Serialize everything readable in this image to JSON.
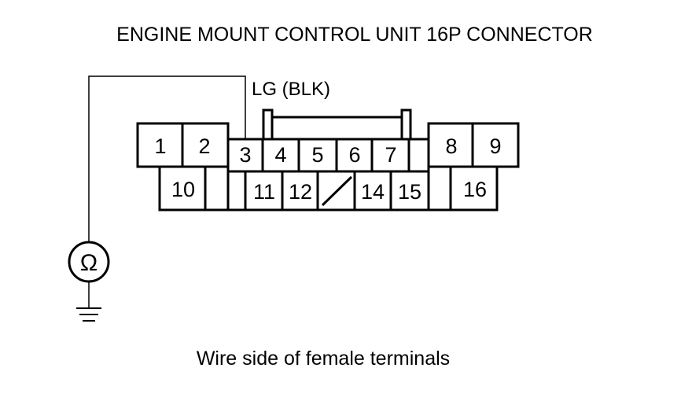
{
  "title": "ENGINE MOUNT CONTROL UNIT 16P CONNECTOR",
  "wire_label": "LG (BLK)",
  "caption": "Wire side of female terminals",
  "meter_symbol": "Ω",
  "pins": {
    "p1": "1",
    "p2": "2",
    "p3": "3",
    "p4": "4",
    "p5": "5",
    "p6": "6",
    "p7": "7",
    "p8": "8",
    "p9": "9",
    "p10": "10",
    "p11": "11",
    "p12": "12",
    "p14": "14",
    "p15": "15",
    "p16": "16"
  },
  "icons": {
    "meter": "ohmmeter-icon",
    "ground": "ground-icon"
  }
}
